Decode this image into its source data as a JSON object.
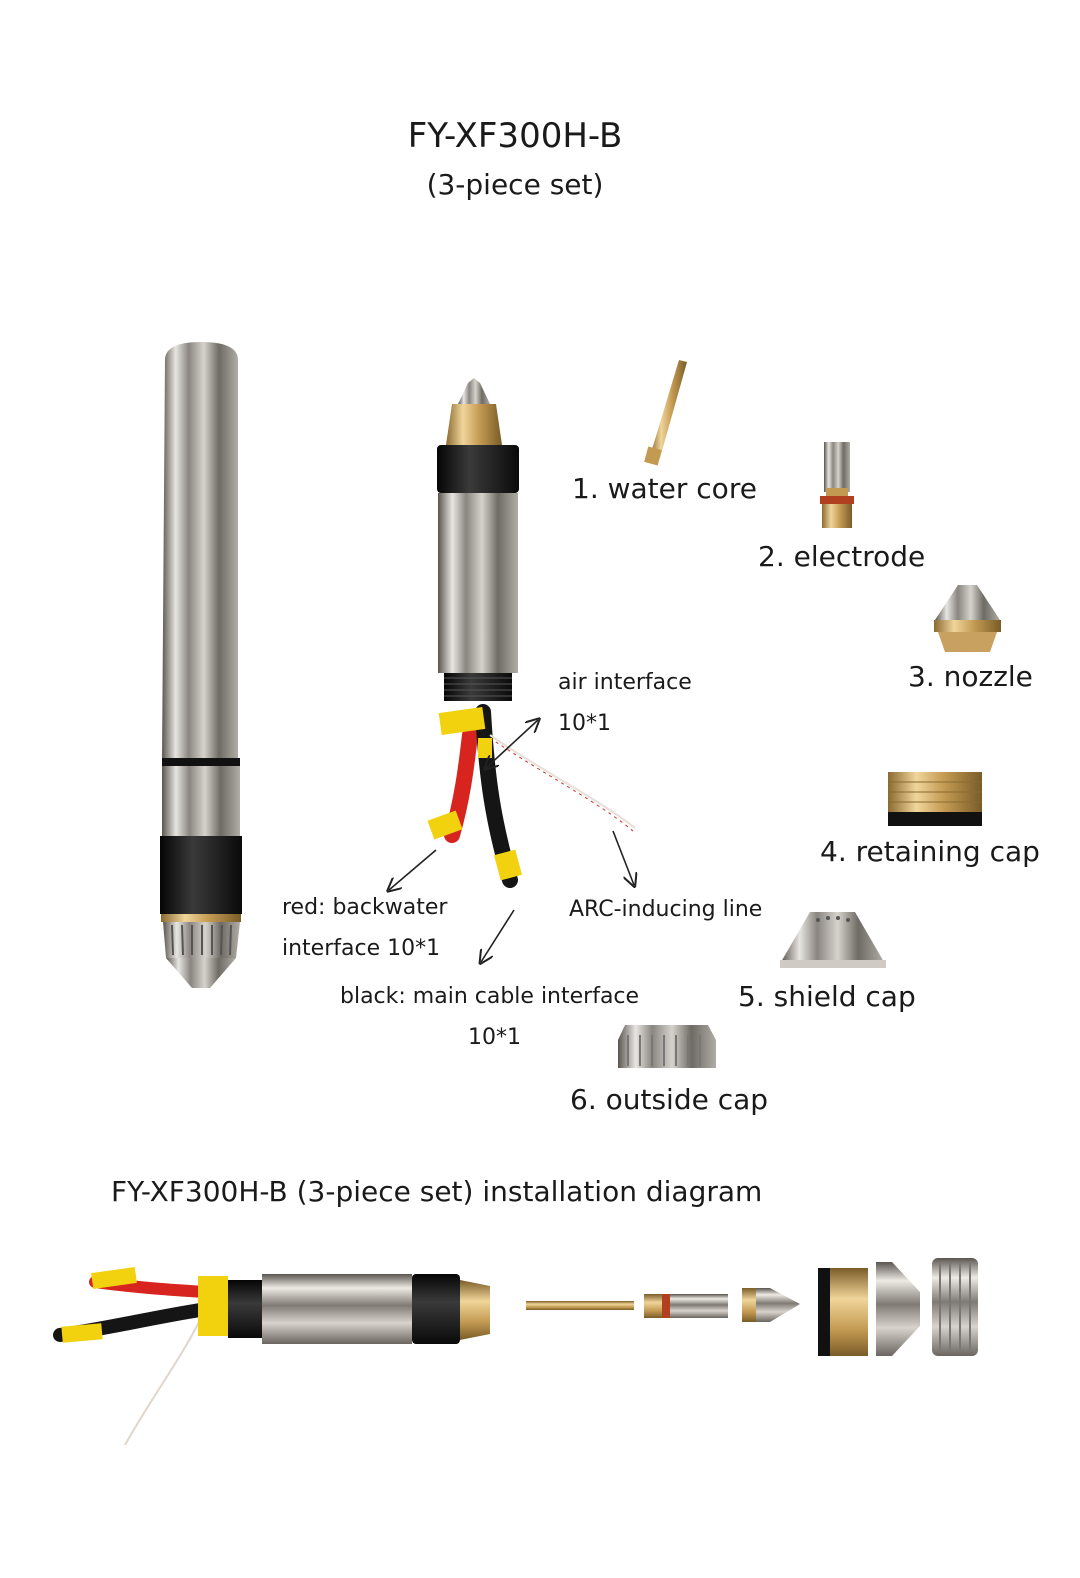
{
  "header": {
    "title": "FY-XF300H-B",
    "subtitle": "(3-piece set)"
  },
  "parts": [
    {
      "label": "1. water core"
    },
    {
      "label": "2. electrode"
    },
    {
      "label": "3. nozzle"
    },
    {
      "label": "4. retaining cap"
    },
    {
      "label": "5. shield cap"
    },
    {
      "label": "6. outside cap"
    }
  ],
  "interfaces": {
    "air_line1": "air interface",
    "air_line2": "10*1",
    "red_line1": "red: backwater",
    "red_line2": "interface 10*1",
    "black_line1": "black: main cable interface",
    "black_line2": "10*1",
    "arc": "ARC-inducing line"
  },
  "install": {
    "title": "FY-XF300H-B  (3-piece set) installation diagram"
  },
  "colors": {
    "brass": "#c9a15a",
    "chrome": "#b8b8b8",
    "black": "#1a1a1a",
    "red_cable": "#d8241e",
    "yellow_tag": "#f2d10e"
  }
}
